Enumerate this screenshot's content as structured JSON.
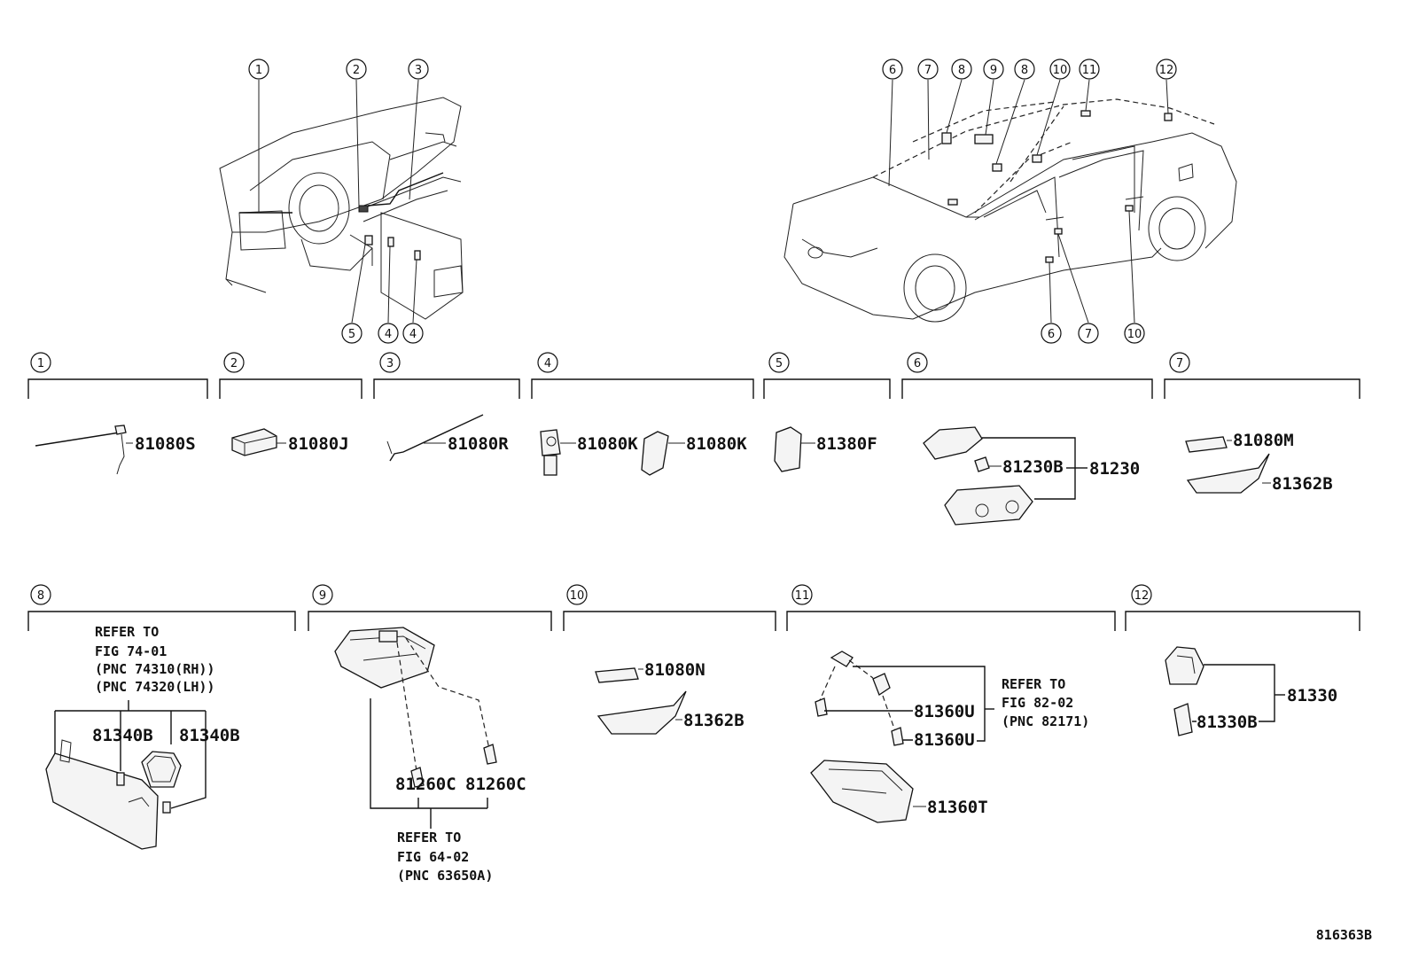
{
  "diagram_id": "816363B",
  "top_callouts_left": [
    "1",
    "2",
    "3",
    "5",
    "4",
    "4"
  ],
  "top_callouts_right": [
    "6",
    "7",
    "8",
    "9",
    "8",
    "10",
    "11",
    "12",
    "6",
    "7",
    "10"
  ],
  "groups": [
    {
      "num": "1",
      "parts": [
        "81080S"
      ]
    },
    {
      "num": "2",
      "parts": [
        "81080J"
      ]
    },
    {
      "num": "3",
      "parts": [
        "81080R"
      ]
    },
    {
      "num": "4",
      "parts": [
        "81080K",
        "81080K"
      ]
    },
    {
      "num": "5",
      "parts": [
        "81380F"
      ]
    },
    {
      "num": "6",
      "parts": [
        "81230B",
        "81230"
      ]
    },
    {
      "num": "7",
      "parts": [
        "81080M",
        "81362B"
      ]
    },
    {
      "num": "8",
      "parts": [
        "81340B",
        "81340B"
      ],
      "note": [
        "REFER TO",
        "FIG 74-01",
        "(PNC 74310(RH))",
        "(PNC 74320(LH))"
      ]
    },
    {
      "num": "9",
      "parts": [
        "81260C",
        "81260C"
      ],
      "note": [
        "REFER TO",
        "FIG 64-02",
        "(PNC 63650A)"
      ]
    },
    {
      "num": "10",
      "parts": [
        "81080N",
        "81362B"
      ]
    },
    {
      "num": "11",
      "parts": [
        "81360U",
        "81360U",
        "81360T"
      ],
      "note": [
        "REFER TO",
        "FIG 82-02",
        "(PNC 82171)"
      ]
    },
    {
      "num": "12",
      "parts": [
        "81330",
        "81330B"
      ]
    }
  ]
}
